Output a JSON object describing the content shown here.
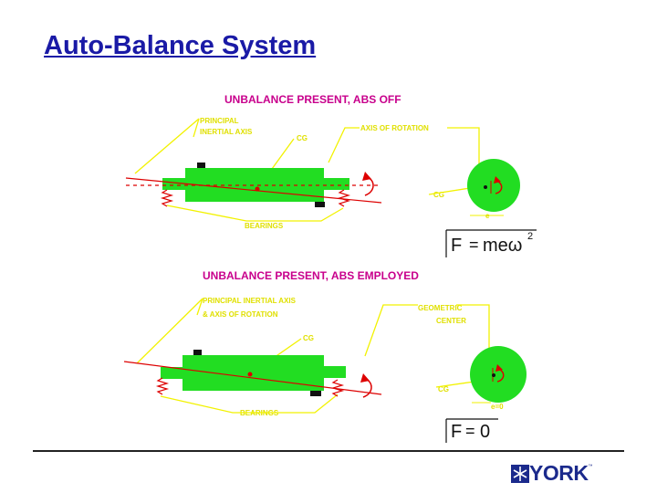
{
  "slide": {
    "title": "Auto-Balance System"
  },
  "diagram_top": {
    "heading": "UNBALANCE PRESENT, ABS OFF",
    "label_principal_1": "PRINCIPAL",
    "label_principal_2": "INERTIAL AXIS",
    "label_cg": "CG",
    "label_axis_rotation": "AXIS OF ROTATION",
    "label_cg_circle": "CG",
    "label_e": "e",
    "label_bearings": "BEARINGS",
    "formula_lhs": "F",
    "formula_eq": "=",
    "formula_rhs": "meω",
    "formula_exp": "2"
  },
  "diagram_bottom": {
    "heading": "UNBALANCE PRESENT, ABS EMPLOYED",
    "label_principal_1": "PRINCIPAL INERTIAL AXIS",
    "label_principal_2": "& AXIS OF ROTATION",
    "label_cg": "CG",
    "label_geometric_1": "GEOMETRIC",
    "label_geometric_2": "CENTER",
    "label_cg_circle": "CG",
    "label_e": "e=0",
    "label_bearings": "BEARINGS",
    "formula_lhs": "F",
    "formula_eq": "=",
    "formula_rhs": "0"
  },
  "logo": {
    "word": "YORK",
    "mark": "™"
  },
  "colors": {
    "title": "#1a1aa6",
    "heading": "#c8008c",
    "label": "#e0e000",
    "rotor": "#22dd22",
    "axis": "#dd0000",
    "leader": "#f2f200",
    "logo": "#1b2a8c"
  }
}
